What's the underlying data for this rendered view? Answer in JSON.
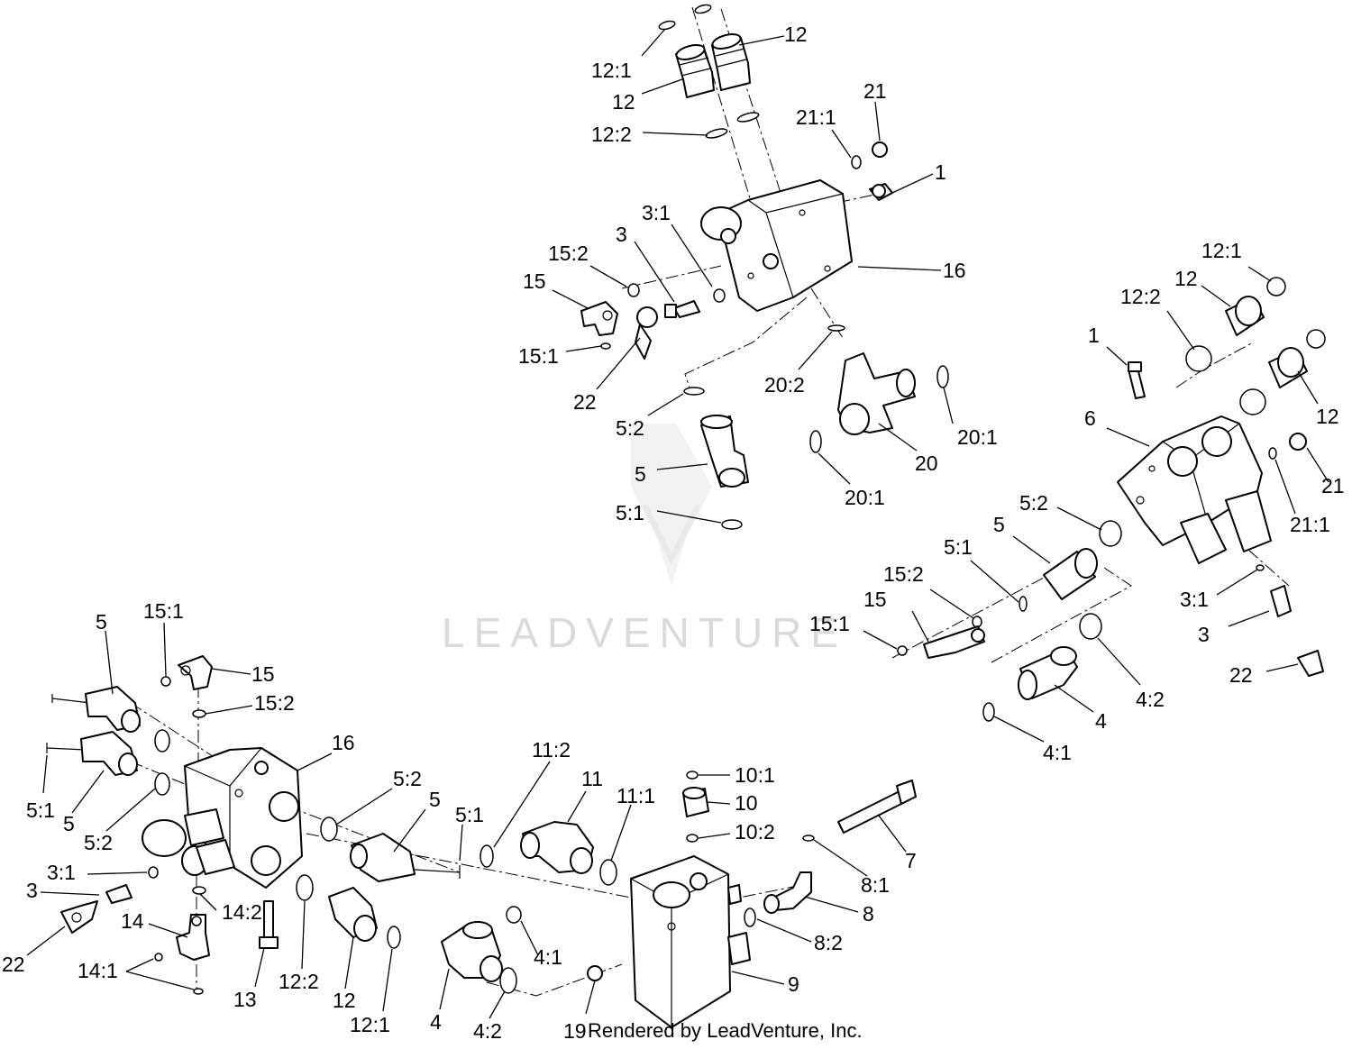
{
  "watermark": {
    "text": "LEADVENTURE",
    "logo": "leadventure-flame-logo"
  },
  "footer": {
    "credit": "Rendered by LeadVenture, Inc."
  },
  "callouts": {
    "top": [
      "12:1",
      "12",
      "12",
      "12:2",
      "21:1",
      "21",
      "1",
      "3:1",
      "15:2",
      "3",
      "15",
      "16",
      "15:1",
      "22",
      "20:2",
      "5:2",
      "20:1",
      "5",
      "20",
      "20:1",
      "5:1"
    ],
    "right": [
      "12:1",
      "12",
      "12:2",
      "1",
      "6",
      "12",
      "21",
      "5:2",
      "21:1",
      "5",
      "5:1",
      "15:2",
      "15",
      "3:1",
      "15:1",
      "3",
      "22",
      "4:2",
      "4",
      "4:1"
    ],
    "bottom": [
      "5",
      "15:1",
      "15",
      "15:2",
      "16",
      "5:2",
      "5",
      "5:1",
      "5:1",
      "5",
      "5:2",
      "3:1",
      "3",
      "14:2",
      "22",
      "14",
      "14:1",
      "13",
      "12:2",
      "12",
      "12:1",
      "11:2",
      "11",
      "11:1",
      "10:1",
      "10",
      "10:2",
      "7",
      "8:1",
      "8",
      "8:2",
      "4:1",
      "4",
      "4:2",
      "19",
      "9"
    ]
  }
}
